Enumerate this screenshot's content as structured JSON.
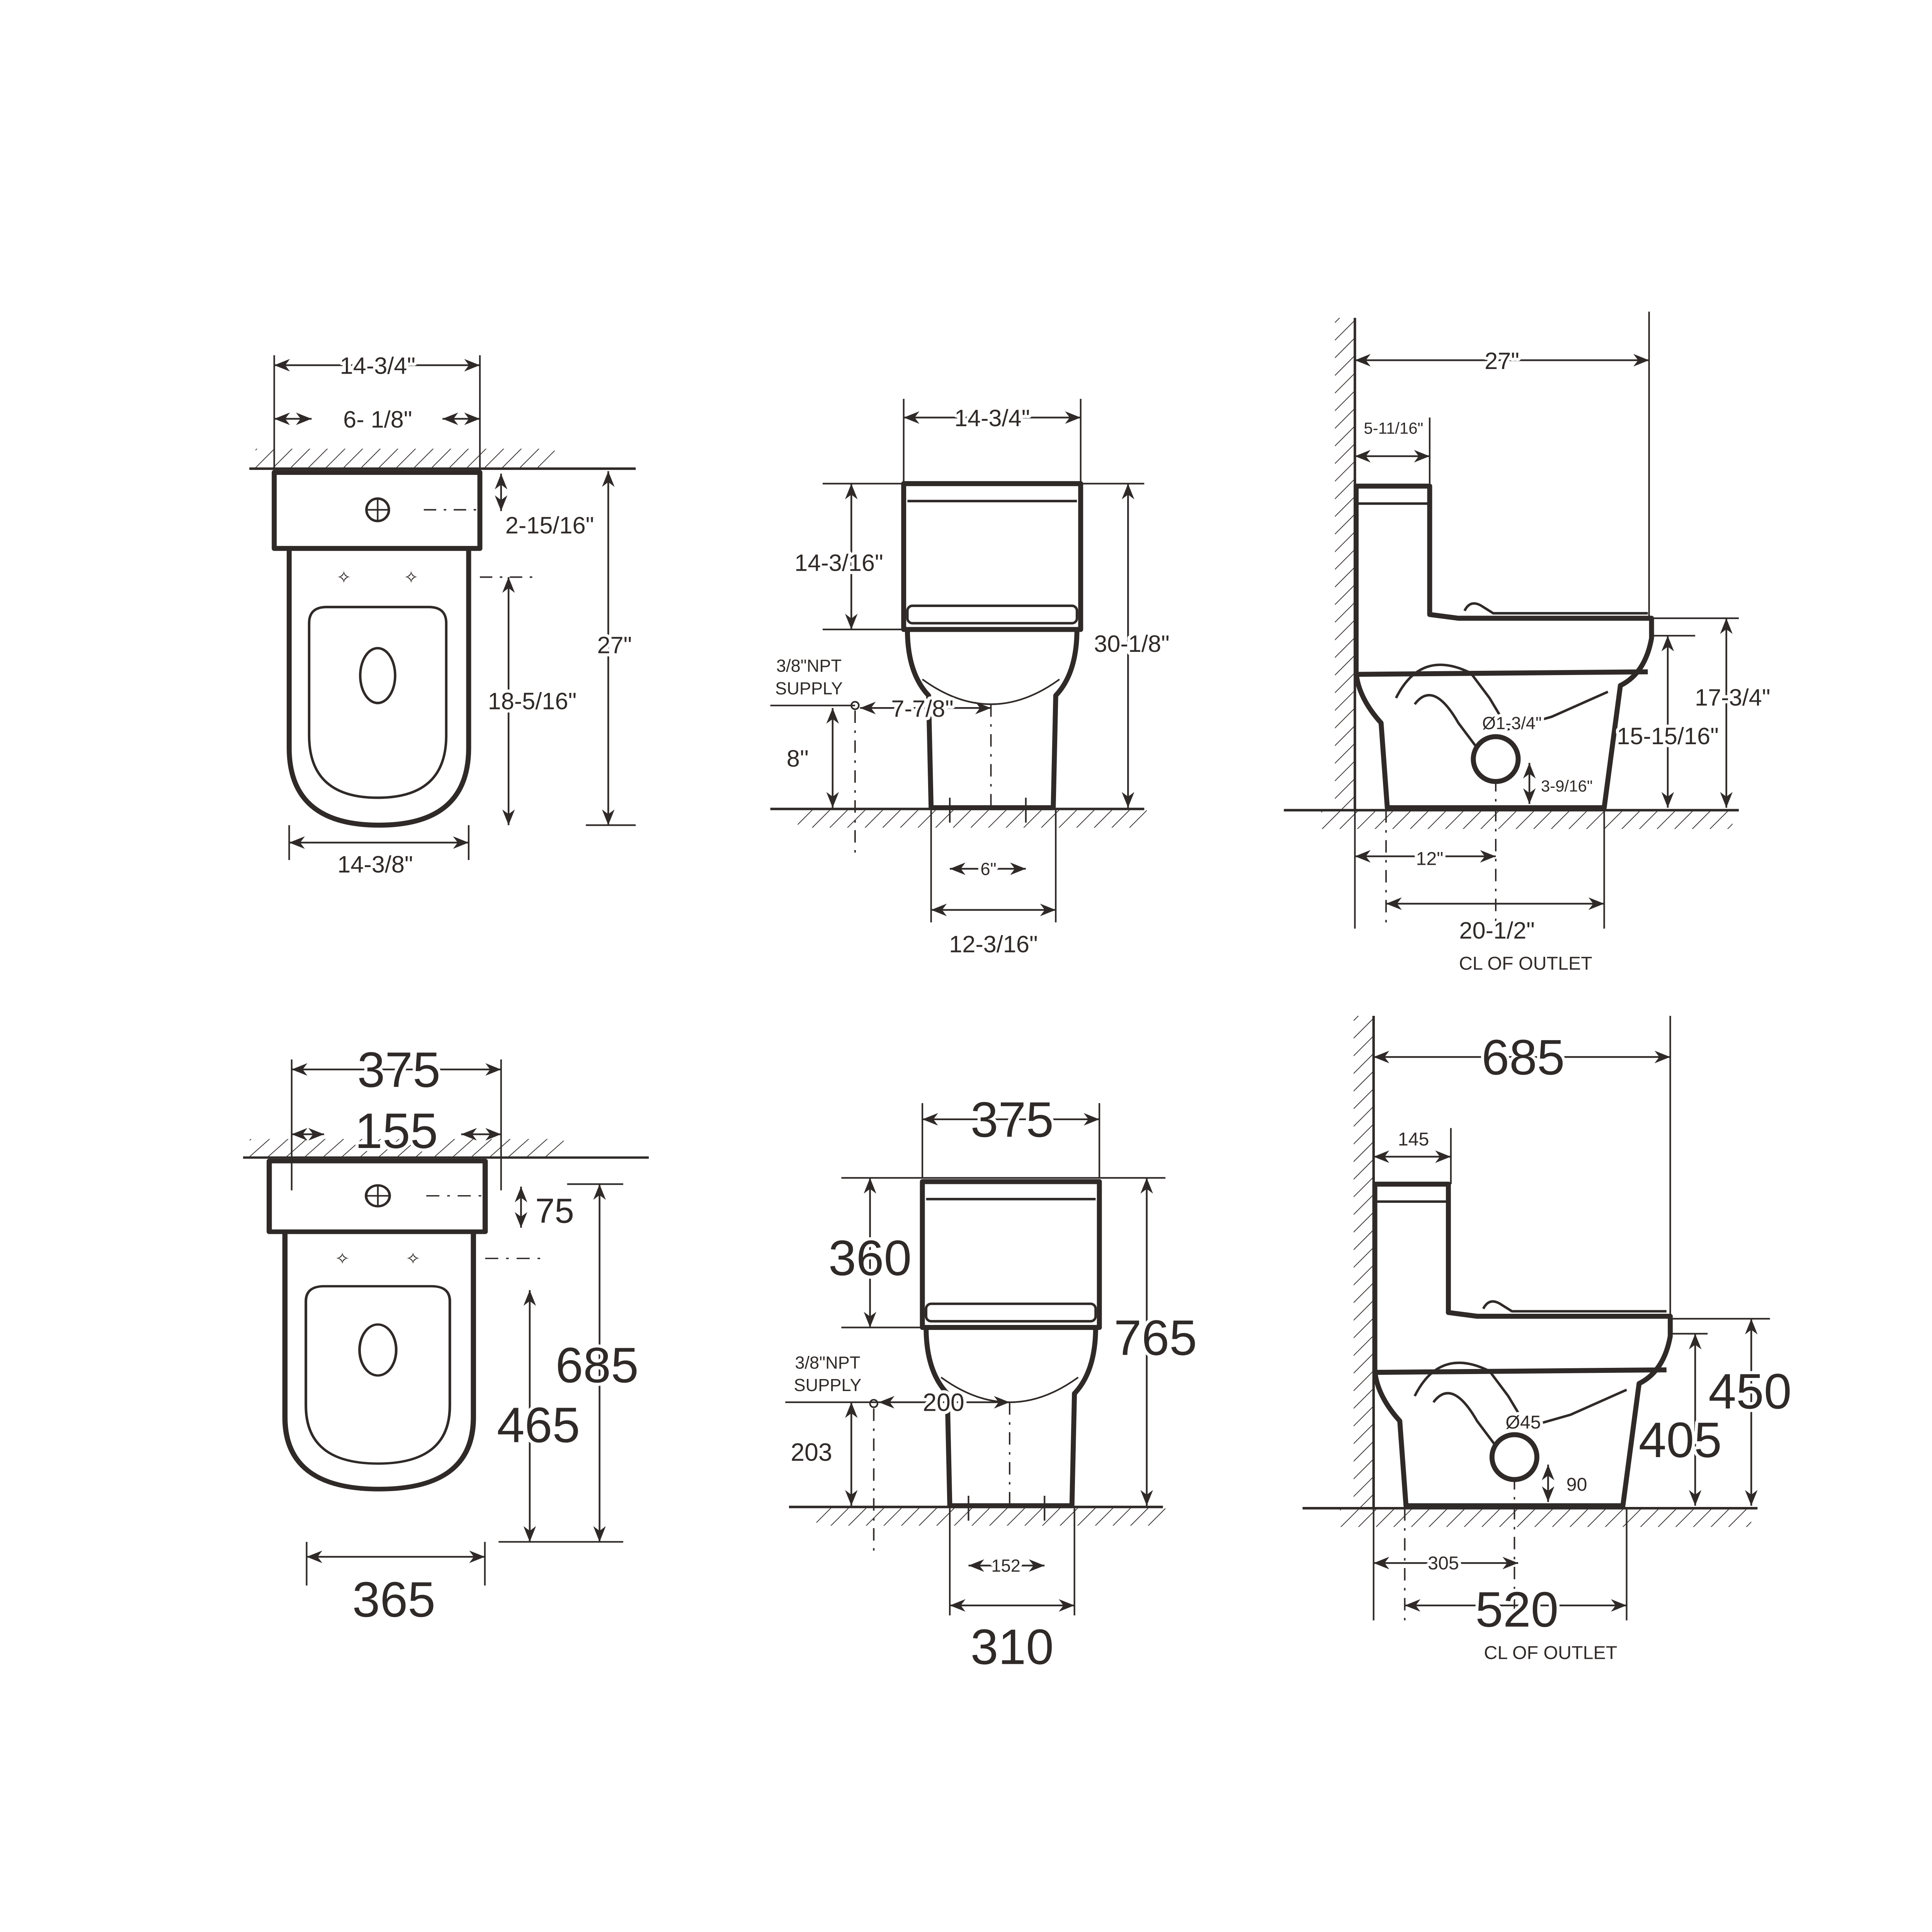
{
  "imperial": {
    "plan": {
      "overall_width": "14-3/4\"",
      "supply_offset": "6- 1/8\"",
      "tank_depth": "2-15/16\"",
      "overall_length": "27\"",
      "bowl_length": "18-5/16\"",
      "bowl_width": "14-3/8\""
    },
    "front": {
      "width": "14-3/4\"",
      "tank_height": "14-3/16\"",
      "overall_height": "30-1/8\"",
      "supply_label_1": "3/8\"NPT",
      "supply_label_2": "SUPPLY",
      "supply_offset": "7-7/8\"",
      "supply_height": "8''",
      "bolt_spacing": "6\"",
      "base_width": "12-3/16\""
    },
    "side": {
      "overall_depth": "27\"",
      "tank_depth": "5-11/16\"",
      "trapway": "Ø1-3/4\"",
      "seat_height_with_seat": "17-3/4\"",
      "rim_height": "15-15/16\"",
      "outlet_height": "3-9/16\"",
      "rough_in": "12\"",
      "base_length": "20-1/2\"",
      "outlet_caption": "CL OF OUTLET"
    }
  },
  "metric": {
    "plan": {
      "overall_width": "375",
      "supply_offset": "155",
      "tank_depth": "75",
      "overall_length": "685",
      "bowl_length": "465",
      "bowl_width": "365"
    },
    "front": {
      "width": "375",
      "tank_height": "360",
      "overall_height": "765",
      "supply_label_1": "3/8\"NPT",
      "supply_label_2": "SUPPLY",
      "supply_offset": "200",
      "supply_height": "203",
      "bolt_spacing": "152",
      "base_width": "310"
    },
    "side": {
      "overall_depth": "685",
      "tank_depth": "145",
      "trapway": "Ø45",
      "seat_height_with_seat": "450",
      "rim_height": "405",
      "outlet_height": "90",
      "rough_in": "305",
      "base_length": "520",
      "outlet_caption": "CL OF OUTLET"
    }
  }
}
